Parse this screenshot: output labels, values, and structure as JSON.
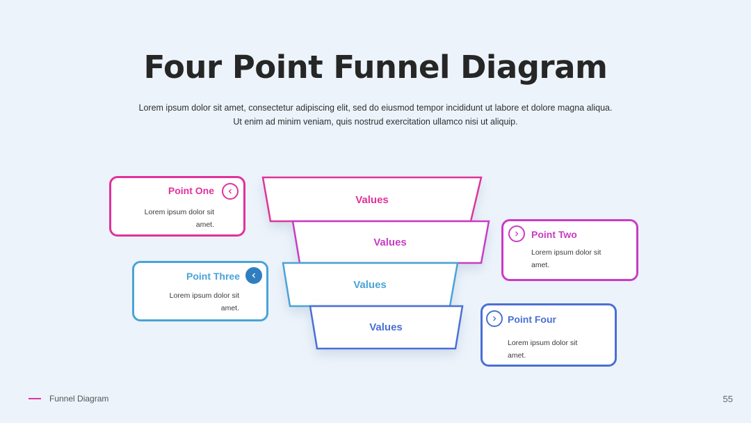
{
  "title": "Four Point Funnel Diagram",
  "subtitle_line1": "Lorem ipsum dolor sit amet, consectetur adipiscing elit, sed do eiusmod tempor incididunt ut labore et dolore magna aliqua.",
  "subtitle_line2": "Ut enim ad minim veniam, quis nostrud exercitation ullamco nisi ut aliquip.",
  "funnel": {
    "layers": [
      {
        "label": "Values",
        "color": "#e0329a"
      },
      {
        "label": "Values",
        "color": "#c93bc4"
      },
      {
        "label": "Values",
        "color": "#4aa3d6"
      },
      {
        "label": "Values",
        "color": "#4a6fd6"
      }
    ]
  },
  "points": [
    {
      "title": "Point One",
      "body_line1": "Lorem ipsum dolor sit",
      "body_line2": "amet.",
      "color": "#e0329a",
      "icon": "chevron-left-icon"
    },
    {
      "title": "Point Two",
      "body_line1": "Lorem ipsum dolor sit",
      "body_line2": "amet.",
      "color": "#c93bc4",
      "icon": "chevron-right-icon"
    },
    {
      "title": "Point Three",
      "body_line1": "Lorem ipsum dolor sit",
      "body_line2": "amet.",
      "color": "#4aa3d6",
      "icon": "chevron-left-icon"
    },
    {
      "title": "Point Four",
      "body_line1": "Lorem ipsum dolor sit",
      "body_line2": "amet.",
      "color": "#4a6fd6",
      "icon": "chevron-right-icon"
    }
  ],
  "footer": {
    "label": "Funnel Diagram",
    "page_number": "55",
    "accent": "#e0329a"
  }
}
